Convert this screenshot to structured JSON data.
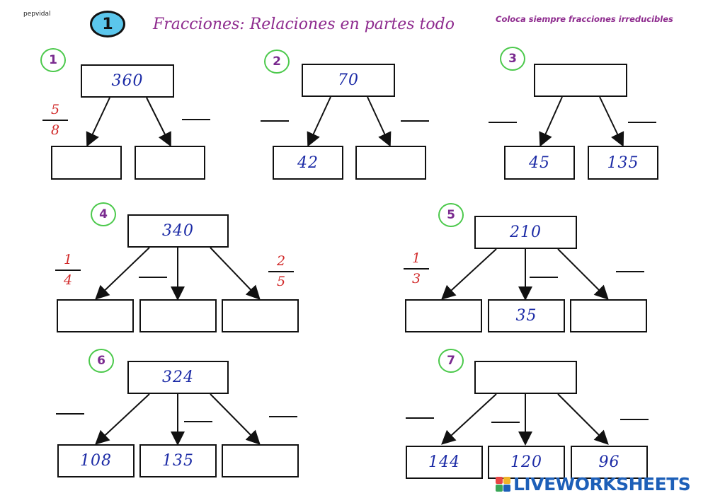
{
  "header": {
    "author": "pepvidal",
    "number": "1",
    "title": "Fracciones:  Relaciones en partes todo",
    "note": "Coloca siempre fracciones irreducibles"
  },
  "problems": [
    {
      "id": "1",
      "top": "360",
      "parts": [
        "",
        ""
      ],
      "fractions": [
        {
          "num": "5",
          "den": "8"
        },
        null
      ]
    },
    {
      "id": "2",
      "top": "70",
      "parts": [
        "42",
        ""
      ]
    },
    {
      "id": "3",
      "top": "",
      "parts": [
        "45",
        "135"
      ]
    },
    {
      "id": "4",
      "top": "340",
      "parts": [
        "",
        "",
        ""
      ],
      "fractions": [
        {
          "num": "1",
          "den": "4"
        },
        null,
        {
          "num": "2",
          "den": "5"
        }
      ]
    },
    {
      "id": "5",
      "top": "210",
      "parts": [
        "",
        "35",
        ""
      ],
      "fractions": [
        {
          "num": "1",
          "den": "3"
        },
        null,
        null
      ]
    },
    {
      "id": "6",
      "top": "324",
      "parts": [
        "108",
        "135",
        ""
      ]
    },
    {
      "id": "7",
      "top": "",
      "parts": [
        "144",
        "120",
        "96"
      ]
    }
  ],
  "footer": {
    "brand": "LIVEWORKSHEETS"
  },
  "colors": {
    "accent": "#8e2b8e",
    "numbers": "#1c2ba6",
    "fractions": "#d12a2a",
    "badge": "#4cc94c",
    "oval": "#5bc6ec",
    "brand": "#1d5fb8"
  }
}
